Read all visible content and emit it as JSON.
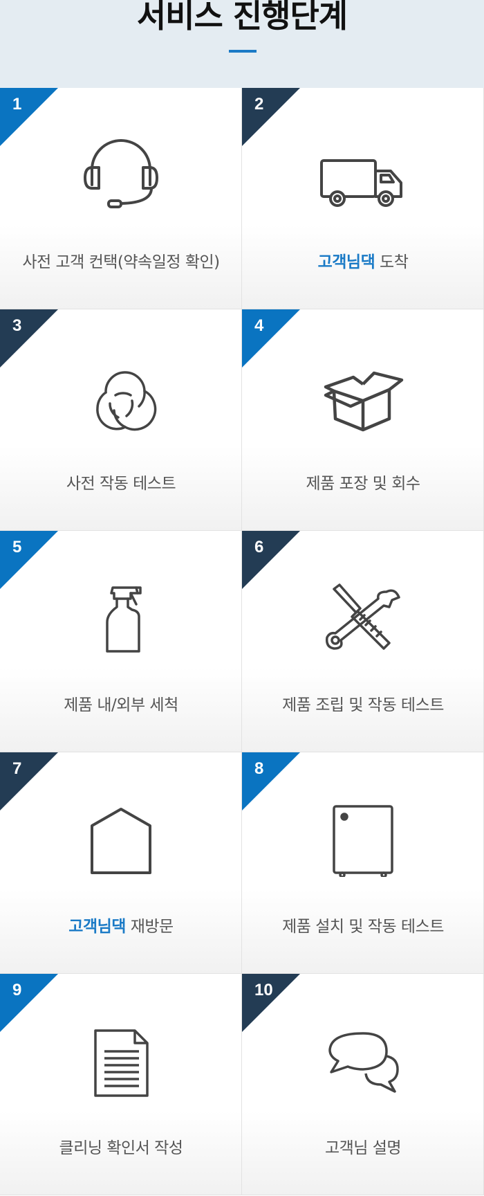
{
  "header": {
    "title": "서비스 진행단계"
  },
  "steps": [
    {
      "number": "1",
      "highlight": "",
      "text": "사전 고객 컨택(약속일정 확인)",
      "icon": "headset-icon",
      "corner": "blue"
    },
    {
      "number": "2",
      "highlight": "고객님댁",
      "text": " 도착",
      "icon": "truck-icon",
      "corner": "navy"
    },
    {
      "number": "3",
      "highlight": "",
      "text": "사전 작동 테스트",
      "icon": "cycle-icon",
      "corner": "navy"
    },
    {
      "number": "4",
      "highlight": "",
      "text": "제품 포장 및 회수",
      "icon": "box-icon",
      "corner": "blue"
    },
    {
      "number": "5",
      "highlight": "",
      "text": "제품 내/외부 세척",
      "icon": "spray-bottle-icon",
      "corner": "blue"
    },
    {
      "number": "6",
      "highlight": "",
      "text": "제품 조립 및 작동 테스트",
      "icon": "tools-icon",
      "corner": "navy"
    },
    {
      "number": "7",
      "highlight": "고객님댁",
      "text": " 재방문",
      "icon": "house-icon",
      "corner": "navy"
    },
    {
      "number": "8",
      "highlight": "",
      "text": "제품 설치 및 작동 테스트",
      "icon": "appliance-icon",
      "corner": "blue"
    },
    {
      "number": "9",
      "highlight": "",
      "text": "클리닝 확인서 작성",
      "icon": "document-icon",
      "corner": "blue"
    },
    {
      "number": "10",
      "highlight": "",
      "text": "고객님 설명",
      "icon": "chat-bubbles-icon",
      "corner": "navy"
    }
  ],
  "colors": {
    "accent_blue": "#0a74c1",
    "navy": "#233c54",
    "highlight_text": "#1a7ac6"
  }
}
